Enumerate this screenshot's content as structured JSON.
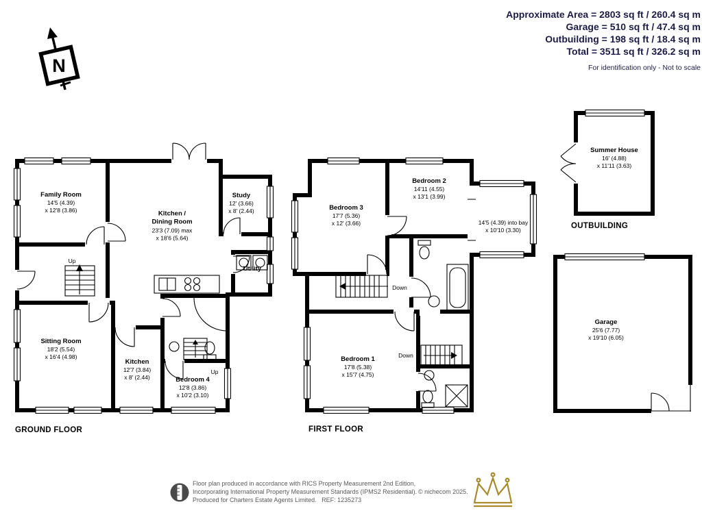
{
  "header": {
    "area_lines": [
      "Approximate Area = 2803 sq ft / 260.4 sq m",
      "Garage = 510 sq ft / 47.4 sq m",
      "Outbuilding = 198 sq ft / 18.4 sq m",
      "Total = 3511 sq ft / 326.2 sq m"
    ],
    "disclaimer": "For identification only - Not to scale"
  },
  "compass": {
    "letter": "N"
  },
  "floors": {
    "ground": {
      "label": "GROUND FLOOR"
    },
    "first": {
      "label": "FIRST FLOOR"
    },
    "outbuilding": {
      "label": "OUTBUILDING"
    }
  },
  "rooms": {
    "family_room": {
      "name": "Family Room",
      "dim1": "14'5 (4.39)",
      "dim2": "x 12'8 (3.86)"
    },
    "kitchen_dining": {
      "name": "Kitchen /",
      "name2": "Dining Room",
      "dim1": "23'3 (7.09) max",
      "dim2": "x 18'6 (5.64)"
    },
    "study": {
      "name": "Study",
      "dim1": "12' (3.66)",
      "dim2": "x 8' (2.44)"
    },
    "utility": {
      "name": "Utility"
    },
    "sitting_room": {
      "name": "Sitting Room",
      "dim1": "18'2 (5.54)",
      "dim2": "x 16'4 (4.98)"
    },
    "kitchen": {
      "name": "Kitchen",
      "dim1": "12'7 (3.84)",
      "dim2": "x 8' (2.44)"
    },
    "bedroom4": {
      "name": "Bedroom 4",
      "dim1": "12'8 (3.86)",
      "dim2": "x 10'2 (3.10)"
    },
    "bedroom3": {
      "name": "Bedroom 3",
      "dim1": "17'7 (5.36)",
      "dim2": "x 12' (3.66)"
    },
    "bedroom2": {
      "name": "Bedroom 2",
      "dim1": "14'11 (4.55)",
      "dim2": "x 13'1 (3.99)"
    },
    "bay": {
      "dim1": "14'5 (4.39) into bay",
      "dim2": "x 10'10 (3.30)"
    },
    "bedroom1": {
      "name": "Bedroom 1",
      "dim1": "17'8 (5.38)",
      "dim2": "x 15'7 (4.75)"
    },
    "summer_house": {
      "name": "Summer House",
      "dim1": "16' (4.88)",
      "dim2": "x 11'11 (3.63)"
    },
    "garage": {
      "name": "Garage",
      "dim1": "25'6 (7.77)",
      "dim2": "x 19'10 (6.05)"
    }
  },
  "stairs": {
    "up": "Up",
    "down": "Down"
  },
  "footer": {
    "line1": "Floor plan produced in accordance with RICS Property Measurement 2nd Edition,",
    "line2": "Incorporating International Property Measurement Standards (IPMS2 Residential).",
    "line3": "Produced for Charters Estate Agents Limited.   REF: 1235273",
    "copyright": "© nichecom 2025."
  }
}
